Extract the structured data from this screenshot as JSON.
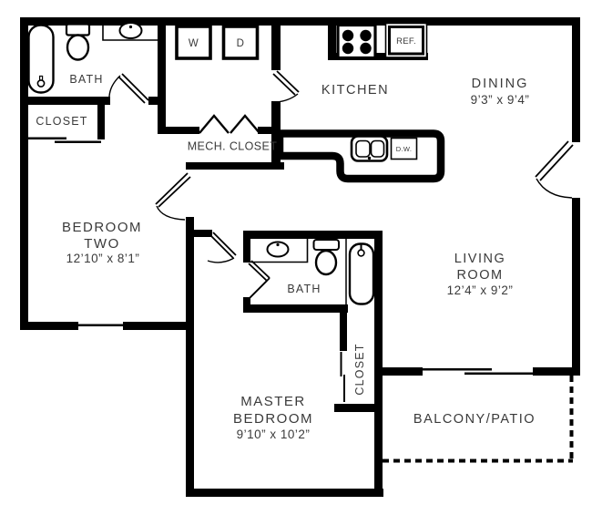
{
  "floor_plan": {
    "rooms": {
      "bath_one": {
        "label": "BATH"
      },
      "closet_one": {
        "label": "CLOSET"
      },
      "mech_closet": {
        "label": "MECH. CLOSET"
      },
      "kitchen": {
        "label": "KITCHEN"
      },
      "dining": {
        "label": "DINING",
        "dimensions": "9’3” x 9’4”"
      },
      "bedroom_two": {
        "label_line1": "BEDROOM",
        "label_line2": "TWO",
        "dimensions": "12’10” x 8’1”"
      },
      "living_room": {
        "label_line1": "LIVING",
        "label_line2": "ROOM",
        "dimensions": "12’4” x 9’2”"
      },
      "bath_two": {
        "label": "BATH"
      },
      "closet_two": {
        "label": "CLOSET"
      },
      "master_bedroom": {
        "label_line1": "MASTER",
        "label_line2": "BEDROOM",
        "dimensions": "9’10” x 10’2”"
      },
      "balcony": {
        "label": "BALCONY/PATIO"
      }
    },
    "appliances": {
      "washer": "W",
      "dryer": "D",
      "refrigerator": "REF.",
      "dishwasher": "D.W."
    },
    "colors": {
      "walls": "#000000",
      "text": "#3a3a3a",
      "background": "#ffffff"
    }
  }
}
